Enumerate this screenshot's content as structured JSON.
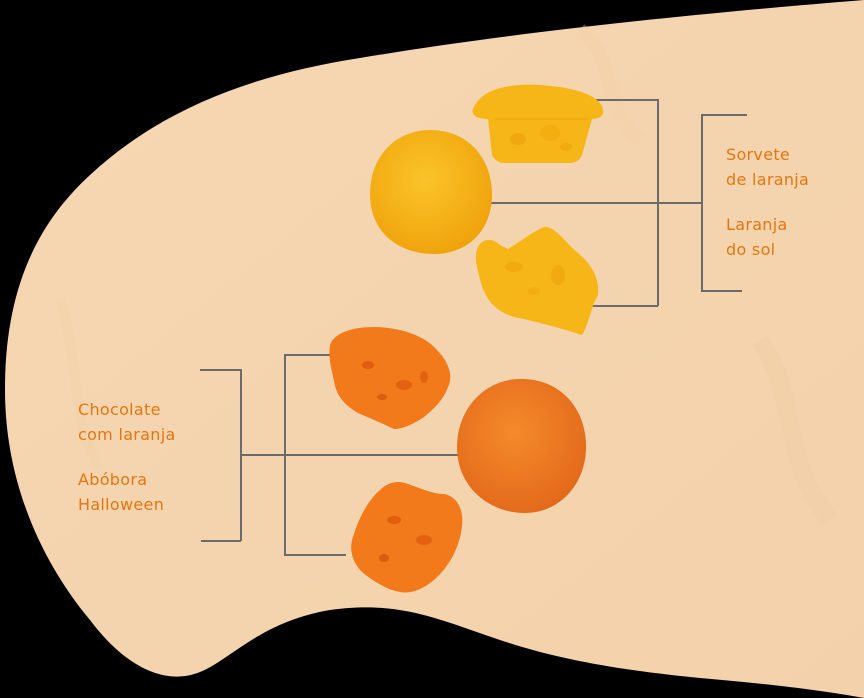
{
  "colors": {
    "background": "#000000",
    "blob_fill": "#f5d6b0",
    "blob_fill_light": "#f8dcb8",
    "label_text": "#e8740f",
    "connector_line": "#6b6b6b",
    "yellow_cake": "#f7b514",
    "yellow_cake_dark": "#e99a08",
    "orange_cake": "#f07a1a",
    "orange_cake_dark": "#d9560e"
  },
  "groups": [
    {
      "name": "yellow-muffins",
      "flavors": [
        {
          "line1": "Sorvete",
          "line2": "de laranja"
        },
        {
          "line1": "Laranja",
          "line2": "do sol"
        }
      ],
      "items": [
        "whole-muffin",
        "muffin-half-top",
        "muffin-half-bottom"
      ]
    },
    {
      "name": "orange-muffins",
      "flavors": [
        {
          "line1": "Chocolate",
          "line2": "com laranja"
        },
        {
          "line1": "Abóbora",
          "line2": "Halloween"
        }
      ],
      "items": [
        "whole-muffin",
        "muffin-half-top",
        "muffin-half-bottom"
      ]
    }
  ]
}
